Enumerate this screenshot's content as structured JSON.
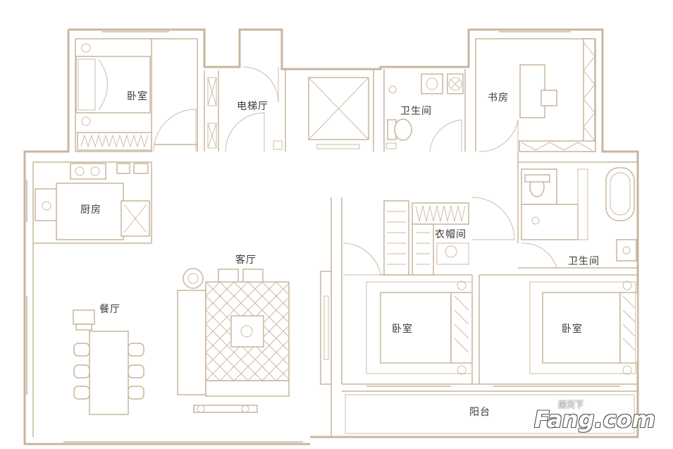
{
  "rooms": {
    "bedroom_nw": "卧室",
    "elevator_hall": "电梯厅",
    "bathroom_north": "卫生间",
    "study": "书房",
    "kitchen": "厨房",
    "living": "客厅",
    "dining": "餐厅",
    "walk_in_closet": "衣帽间",
    "bathroom_east": "卫生间",
    "bedroom_south": "卧室",
    "bedroom_se": "卧室",
    "balcony": "阳台"
  },
  "watermark": {
    "small": "房天下",
    "main": "Fang.com"
  },
  "colors": {
    "wall": "#c9b59c",
    "label": "#3a3a3a",
    "watermark": "#ffffff"
  }
}
